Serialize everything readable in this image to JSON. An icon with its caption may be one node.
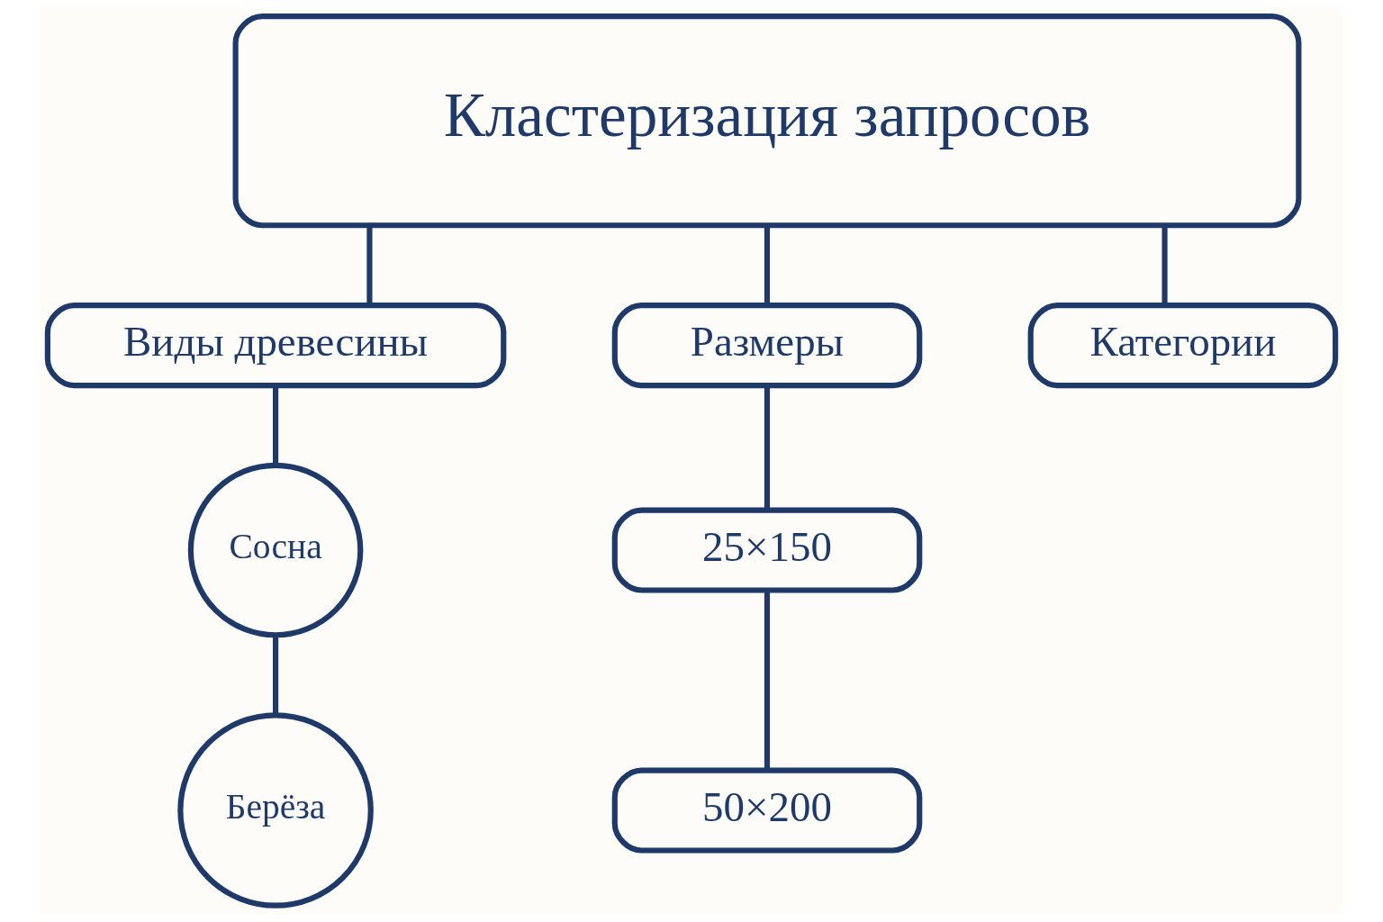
{
  "diagram": {
    "nodes": [
      {
        "text": [
          "Кластеризация запросов"
        ]
      },
      {
        "text": [
          "Виды древесины"
        ]
      },
      {
        "text": [
          "Размеры"
        ]
      },
      {
        "text": [
          "Категории"
        ]
      },
      {
        "text": [
          "Сосна"
        ]
      },
      {
        "text": [
          "Берёза"
        ]
      },
      {
        "text": [
          "25×150"
        ]
      },
      {
        "text": [
          "50×200"
        ]
      }
    ],
    "edges": [
      {
        "from": 0,
        "to": 1,
        "arrow": "none"
      },
      {
        "from": 0,
        "to": 2,
        "arrow": "none"
      },
      {
        "from": 0,
        "to": 3,
        "arrow": "none"
      },
      {
        "from": 1,
        "to": 4,
        "arrow": "none"
      },
      {
        "from": 4,
        "to": 5,
        "arrow": "none"
      },
      {
        "from": 2,
        "to": 6,
        "arrow": "none"
      },
      {
        "from": 6,
        "to": 7,
        "arrow": "none"
      }
    ]
  }
}
